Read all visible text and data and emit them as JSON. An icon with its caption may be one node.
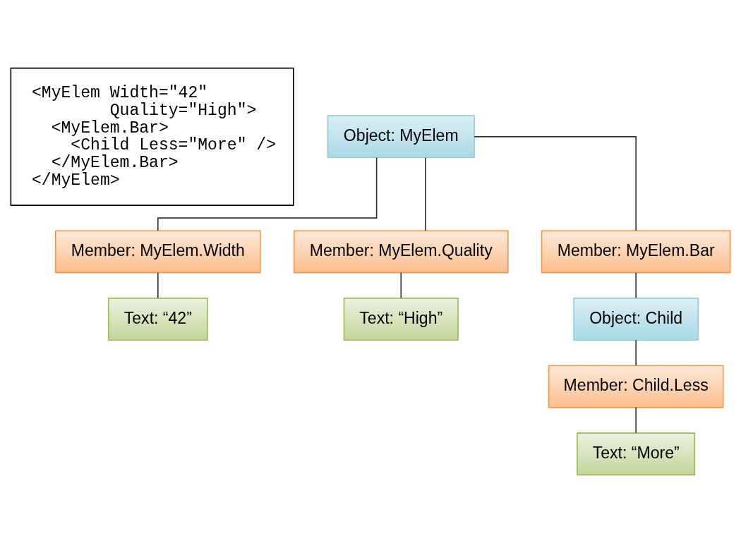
{
  "diagram": {
    "nodes": [
      {
        "text": [
          "Object: MyElem"
        ]
      },
      {
        "text": [
          "Member: MyElem.Width"
        ]
      },
      {
        "text": [
          "Text: “42”"
        ]
      },
      {
        "text": [
          "Member: MyElem.Quality"
        ]
      },
      {
        "text": [
          "Text: “High”"
        ]
      },
      {
        "text": [
          "Member: MyElem.Bar"
        ]
      },
      {
        "text": [
          "Object: Child"
        ]
      },
      {
        "text": [
          "Member: Child.Less"
        ]
      },
      {
        "text": [
          "Text: “More”"
        ]
      },
      {
        "text": [
          "<MyElem Width=\"42\"",
          "Quality=\"High\">",
          "<MyElem.Bar>",
          "<Child Less=\"More\" />",
          "</MyElem.Bar>",
          "</MyElem>"
        ]
      }
    ],
    "edges": [
      {
        "from": 0,
        "to": 1,
        "arrow": "none"
      },
      {
        "from": 1,
        "to": 2,
        "arrow": "none"
      },
      {
        "from": 0,
        "to": 3,
        "arrow": "none"
      },
      {
        "from": 3,
        "to": 4,
        "arrow": "none"
      },
      {
        "from": 0,
        "to": 5,
        "arrow": "none"
      },
      {
        "from": 5,
        "to": 6,
        "arrow": "none"
      },
      {
        "from": 6,
        "to": 7,
        "arrow": "none"
      },
      {
        "from": 7,
        "to": 8,
        "arrow": "none"
      }
    ]
  }
}
